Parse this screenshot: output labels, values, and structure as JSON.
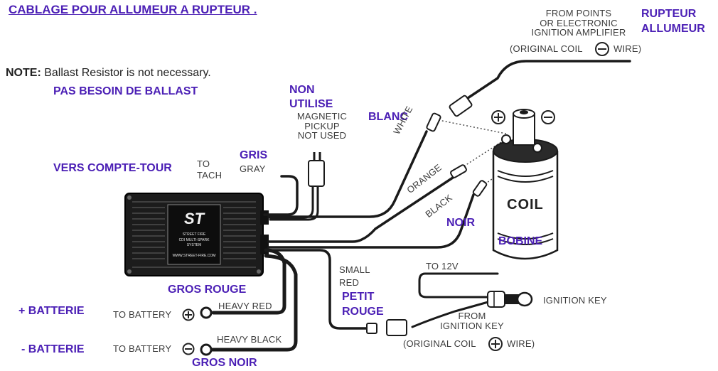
{
  "title": "CABLAGE POUR ALLUMEUR A RUPTEUR .",
  "note": {
    "prefix": "NOTE:",
    "text": "Ballast Resistor is not necessary."
  },
  "fr_labels": {
    "pas_besoin": "PAS BESOIN DE BALLAST",
    "non_utilise_1": "NON",
    "non_utilise_2": "UTILISE",
    "blanc": "BLANC",
    "gris": "GRIS",
    "vers_compte_tour": "VERS COMPTE-TOUR",
    "noir": "NOIR",
    "bobine": "BOBINE",
    "rupteur_1": "RUPTEUR",
    "rupteur_2": "ALLUMEUR",
    "gros_rouge": "GROS ROUGE",
    "plus_batterie": "+ BATTERIE",
    "moins_batterie": "- BATTERIE",
    "gros_noir": "GROS NOIR",
    "petit_rouge_1": "PETIT",
    "petit_rouge_2": "ROUGE"
  },
  "en_labels": {
    "magnetic_1": "MAGNETIC",
    "magnetic_2": "PICKUP",
    "magnetic_3": "NOT USED",
    "to_tach_1": "TO",
    "to_tach_2": "TACH",
    "gray": "GRAY",
    "white": "WHITE",
    "orange": "ORANGE",
    "black": "BLACK",
    "coil": "COIL",
    "from_points_1": "FROM POINTS",
    "from_points_2": "OR ELECTRONIC",
    "from_points_3": "IGNITION AMPLIFIER",
    "from_points_4a": "(ORIGINAL COIL",
    "from_points_4b": "WIRE)",
    "small_red_1": "SMALL",
    "small_red_2": "RED",
    "to_12v": "TO 12V",
    "ignition_key": "IGNITION KEY",
    "from_ign_1": "FROM",
    "from_ign_2": "IGNITION KEY",
    "from_ign_3a": "(ORIGINAL COIL",
    "from_ign_3b": "WIRE)",
    "heavy_red": "HEAVY RED",
    "heavy_black": "HEAVY BLACK",
    "to_battery_pos": "TO BATTERY",
    "to_battery_neg": "TO BATTERY"
  },
  "module": {
    "logo": "ST",
    "brand_line_1": "STREET FIRE",
    "brand_line_2": "CDI MULTI-SPARK",
    "brand_line_3": "SYSTEM",
    "brand_line_4": "WWW.STREET-FIRE.COM"
  },
  "colors": {
    "label_blue": "#4b1fb5",
    "wire": "#1a1a1a",
    "text_gray": "#3c3c3c"
  }
}
